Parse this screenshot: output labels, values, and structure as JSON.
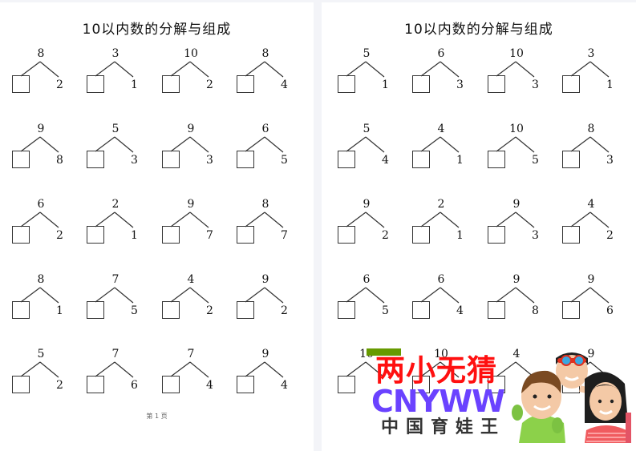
{
  "pages": [
    {
      "title": "10以内数的分解与组成",
      "footer": "第 1 页",
      "rows": [
        [
          {
            "top": "8",
            "right": "2"
          },
          {
            "top": "3",
            "right": "1"
          },
          {
            "top": "10",
            "right": "2"
          },
          {
            "top": "8",
            "right": "4"
          }
        ],
        [
          {
            "top": "9",
            "right": "8"
          },
          {
            "top": "5",
            "right": "3"
          },
          {
            "top": "9",
            "right": "3"
          },
          {
            "top": "6",
            "right": "5"
          }
        ],
        [
          {
            "top": "6",
            "right": "2"
          },
          {
            "top": "2",
            "right": "1"
          },
          {
            "top": "9",
            "right": "7"
          },
          {
            "top": "8",
            "right": "7"
          }
        ],
        [
          {
            "top": "8",
            "right": "1"
          },
          {
            "top": "7",
            "right": "5"
          },
          {
            "top": "4",
            "right": "2"
          },
          {
            "top": "9",
            "right": "2"
          }
        ],
        [
          {
            "top": "5",
            "right": "2"
          },
          {
            "top": "7",
            "right": "6"
          },
          {
            "top": "7",
            "right": "4"
          },
          {
            "top": "9",
            "right": "4"
          }
        ]
      ]
    },
    {
      "title": "10以内数的分解与组成",
      "rows": [
        [
          {
            "top": "5",
            "right": "1"
          },
          {
            "top": "6",
            "right": "3"
          },
          {
            "top": "10",
            "right": "3"
          },
          {
            "top": "3",
            "right": "1"
          }
        ],
        [
          {
            "top": "5",
            "right": "4"
          },
          {
            "top": "4",
            "right": "1"
          },
          {
            "top": "10",
            "right": "5"
          },
          {
            "top": "8",
            "right": "3"
          }
        ],
        [
          {
            "top": "9",
            "right": "2"
          },
          {
            "top": "2",
            "right": "1"
          },
          {
            "top": "9",
            "right": "3"
          },
          {
            "top": "4",
            "right": "2"
          }
        ],
        [
          {
            "top": "6",
            "right": "5"
          },
          {
            "top": "6",
            "right": "4"
          },
          {
            "top": "9",
            "right": "8"
          },
          {
            "top": "9",
            "right": "6"
          }
        ],
        [
          {
            "top": "10",
            "right": ""
          },
          {
            "top": "10",
            "right": ""
          },
          {
            "top": "4",
            "right": ""
          },
          {
            "top": "9",
            "right": ""
          }
        ]
      ]
    }
  ],
  "watermark": {
    "line1": "两小无猜",
    "line2": "CNYWW",
    "line3": "中国育娃王"
  },
  "colors": {
    "background": "#f3f4f8",
    "page": "#ffffff",
    "watermark_red": "#ff1010",
    "watermark_purple": "#6a42ff",
    "watermark_green": "#679a00"
  }
}
